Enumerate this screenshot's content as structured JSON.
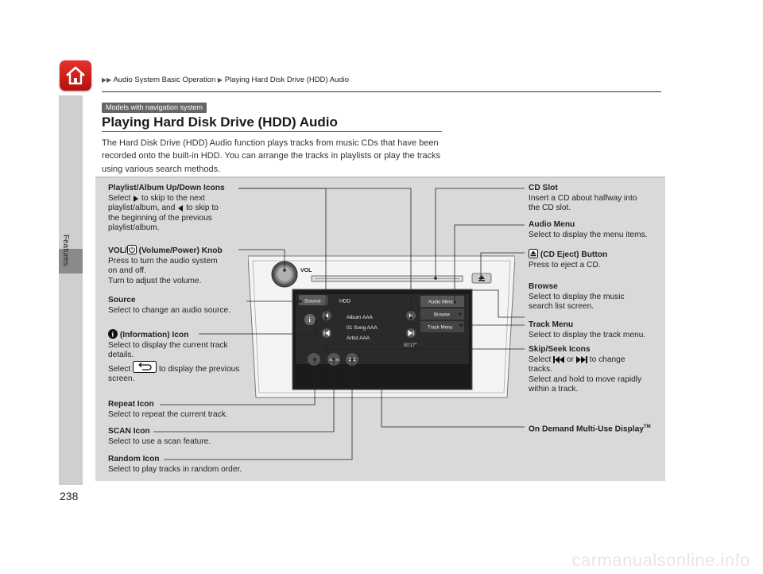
{
  "breadcrumb": {
    "part1": "Audio System Basic Operation",
    "part2": "Playing Hard Disk Drive (HDD) Audio"
  },
  "sidebar": {
    "label": "Features"
  },
  "page": {
    "tag": "Models with navigation system",
    "title": "Playing Hard Disk Drive (HDD) Audio",
    "intro": "The Hard Disk Drive (HDD) Audio function plays tracks from music CDs that have been recorded onto the built-in HDD. You can arrange the tracks in playlists or play the tracks using various search methods.",
    "number": "238"
  },
  "screen": {
    "source": "Source",
    "hdd": "HDD",
    "audio_menu": "Audio Menu",
    "browse": "Browse",
    "track_menu": "Track Menu",
    "album": "Album AAA",
    "song": "01 Song AAA",
    "artist": "Artist AAA",
    "time": "00'17\"",
    "scan": "SCAN",
    "vol_label": "VOL"
  },
  "callouts": {
    "playlist": {
      "title": "Playlist/Album Up/Down Icons",
      "l1": "Select",
      "l1b": "to skip to the next",
      "l2": "playlist/album, and",
      "l2b": "to skip to",
      "l3": "the beginning of the previous",
      "l4": "playlist/album."
    },
    "vol": {
      "t1": "VOL/",
      "t2": "(Volume/Power) Knob",
      "l1": "Press to turn the audio system",
      "l2": "on and off.",
      "l3": "Turn to adjust the volume."
    },
    "source": {
      "title": "Source",
      "l1": "Select to change an audio source."
    },
    "info": {
      "title": "(Information) Icon",
      "l1": "Select to display the current track",
      "l2": "details.",
      "l3a": "Select",
      "l3b": "to display the previous",
      "l4": "screen."
    },
    "repeat": {
      "title": "Repeat Icon",
      "l1": "Select to repeat the current track."
    },
    "scan": {
      "title": "SCAN Icon",
      "l1": "Select to use a scan feature."
    },
    "random": {
      "title": "Random Icon",
      "l1": "Select to play tracks in random order."
    },
    "cdslot": {
      "title": "CD Slot",
      "l1": "Insert a CD about halfway into",
      "l2": "the CD slot."
    },
    "audiomenu": {
      "title": "Audio Menu",
      "l1": "Select to display the menu items."
    },
    "eject": {
      "title": "(CD Eject) Button",
      "l1": "Press to eject a CD."
    },
    "browse": {
      "title": "Browse",
      "l1": "Select to display the music",
      "l2": "search list screen."
    },
    "trackmenu": {
      "title": "Track Menu",
      "l1": "Select to display the track menu."
    },
    "skip": {
      "title": "Skip/Seek Icons",
      "l1a": "Select",
      "l1b": "or",
      "l1c": "to change",
      "l2": "tracks.",
      "l3": "Select and hold to move rapidly",
      "l4": "within a track."
    },
    "display": {
      "title": "On Demand Multi-Use Display",
      "tm": "TM"
    }
  },
  "watermark": "carmanualsonline.info"
}
